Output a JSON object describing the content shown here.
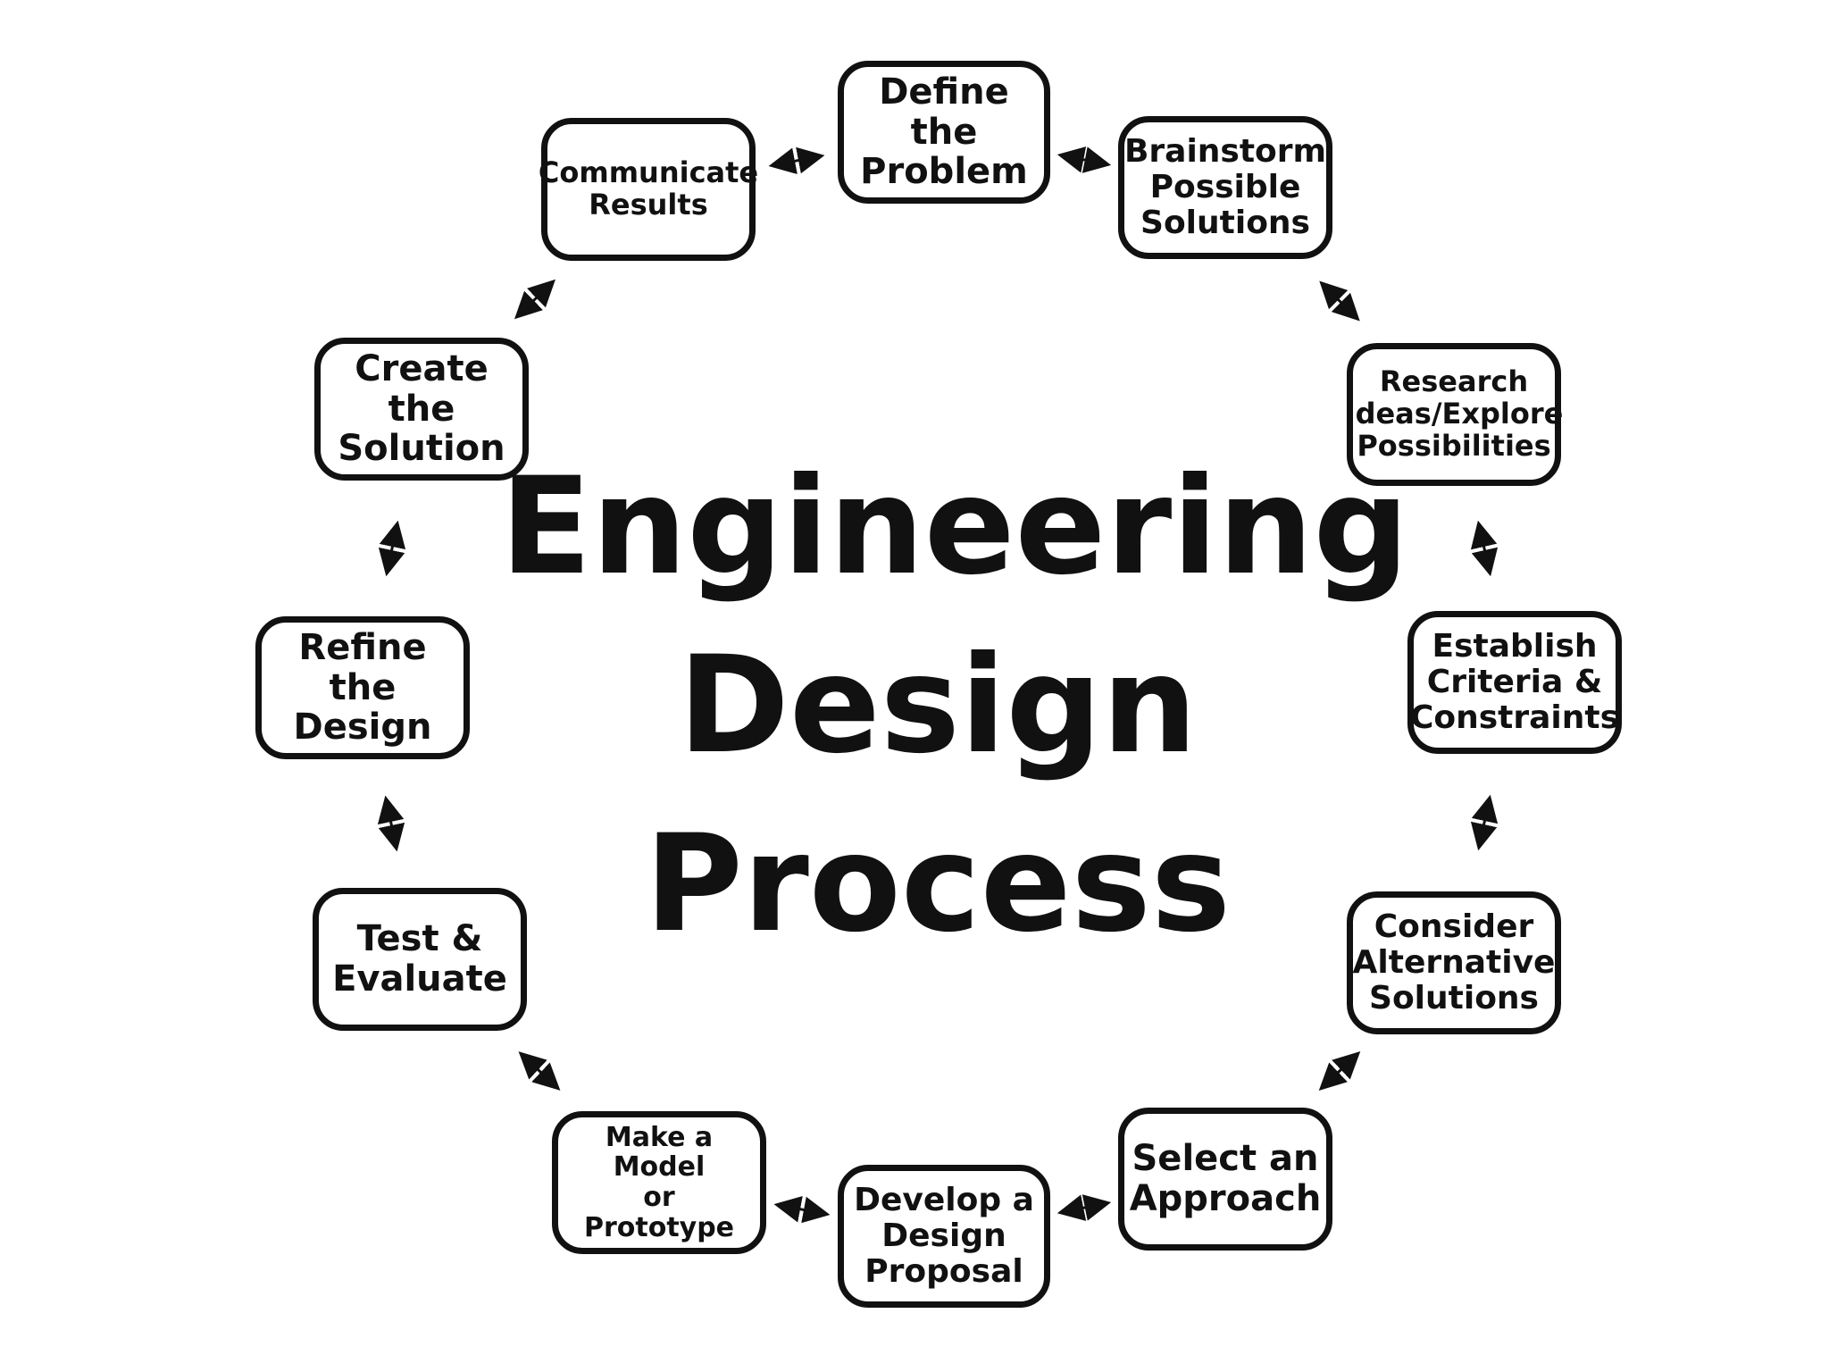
{
  "title_lines": [
    "Engineering",
    "Design",
    "Process"
  ],
  "steps": [
    {
      "key": "define",
      "label": "Define the\nProblem"
    },
    {
      "key": "brainstorm",
      "label": "Brainstorm\nPossible\nSolutions"
    },
    {
      "key": "research",
      "label": "Research\nIdeas/Explore\nPossibilities"
    },
    {
      "key": "establish",
      "label": "Establish\nCriteria &\nConstraints"
    },
    {
      "key": "consider",
      "label": "Consider\nAlternative\nSolutions"
    },
    {
      "key": "select",
      "label": "Select an\nApproach"
    },
    {
      "key": "develop",
      "label": "Develop a\nDesign\nProposal"
    },
    {
      "key": "model",
      "label": "Make a Model\nor Prototype"
    },
    {
      "key": "test",
      "label": "Test &\nEvaluate"
    },
    {
      "key": "refine",
      "label": "Refine the\nDesign"
    },
    {
      "key": "create",
      "label": "Create the\nSolution"
    },
    {
      "key": "communicate",
      "label": "Communicate\nResults"
    }
  ],
  "connections": [
    [
      "define",
      "brainstorm"
    ],
    [
      "brainstorm",
      "research"
    ],
    [
      "research",
      "establish"
    ],
    [
      "establish",
      "consider"
    ],
    [
      "consider",
      "select"
    ],
    [
      "select",
      "develop"
    ],
    [
      "develop",
      "model"
    ],
    [
      "model",
      "test"
    ],
    [
      "test",
      "refine"
    ],
    [
      "refine",
      "create"
    ],
    [
      "create",
      "communicate"
    ],
    [
      "communicate",
      "define"
    ]
  ]
}
